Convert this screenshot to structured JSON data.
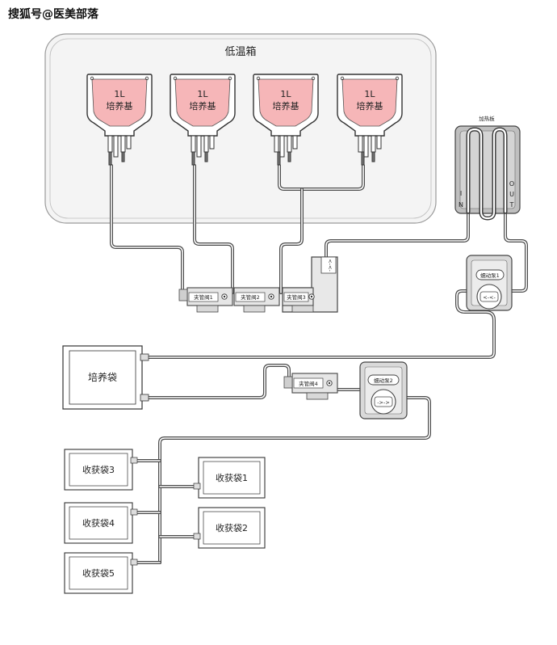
{
  "watermark": "搜狐号@医美部落",
  "cold_box": {
    "title": "低温箱"
  },
  "media_bags": [
    {
      "volume": "1L",
      "name": "培养基"
    },
    {
      "volume": "1L",
      "name": "培养基"
    },
    {
      "volume": "1L",
      "name": "培养基"
    },
    {
      "volume": "1L",
      "name": "培养基"
    }
  ],
  "heater": {
    "label": "加热板",
    "in_label": [
      "I",
      "N"
    ],
    "out_label": [
      "O",
      "U",
      "T"
    ]
  },
  "clamps": [
    {
      "label": "夹管阀1"
    },
    {
      "label": "夹管阀2"
    },
    {
      "label": "夹管阀3"
    },
    {
      "label": "夹管阀4"
    }
  ],
  "sensor": {
    "label": "<-<-"
  },
  "pumps": [
    {
      "label": "蠕动泵1",
      "direction": "<-<-"
    },
    {
      "label": "蠕动泵2",
      "direction": "->->"
    }
  ],
  "culture_bag": {
    "label": "培养袋"
  },
  "harvest_bags": [
    {
      "label": "收获袋1"
    },
    {
      "label": "收获袋2"
    },
    {
      "label": "收获袋3"
    },
    {
      "label": "收获袋4"
    },
    {
      "label": "收获袋5"
    }
  ],
  "colors": {
    "bag_fill": "#f6b6b8",
    "tube": "#4a4a4a",
    "panel": "#f4f4f4"
  }
}
